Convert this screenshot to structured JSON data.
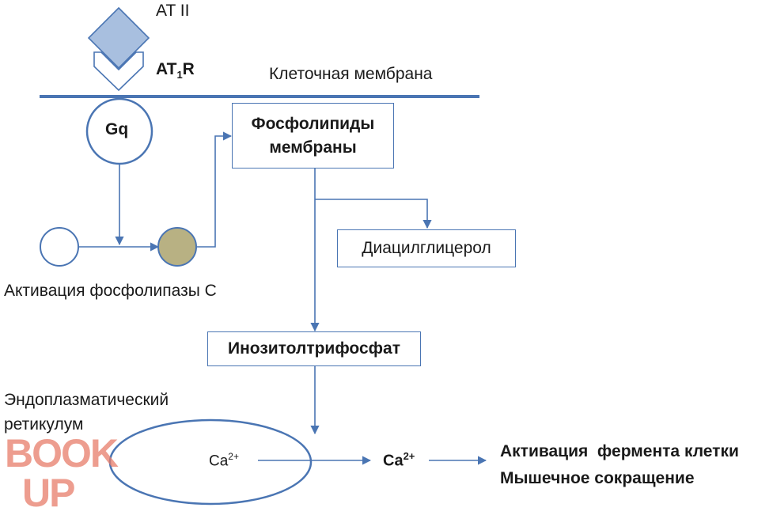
{
  "receptor": {
    "ligand_label": "AT II",
    "receptor_label_main": "AT",
    "receptor_label_sub": "1",
    "receptor_label_end": "R",
    "membrane_label": "Клеточная мембрана",
    "gq_label": "Gq"
  },
  "plc": {
    "activation_label": "Активация фосфолипазы С"
  },
  "boxes": {
    "phospholipids_line1": "Фосфолипиды",
    "phospholipids_line2": "мембраны",
    "dag": "Диацилглицерол",
    "ip3": "Инозитолтрифосфат"
  },
  "er": {
    "label_line1": "Эндоплазматический",
    "label_line2": "ретикулум",
    "ca_inside_base": "Ca",
    "ca_inside_sup": "2+",
    "ca_outside_base": "Ca",
    "ca_outside_sup": "2+"
  },
  "result": {
    "line1": "Активация  фермента клетки",
    "line2": "Мышечное сокращение"
  },
  "watermark": {
    "line1": "BOOK",
    "line2": "UP"
  },
  "colors": {
    "accent": "#4a75b3",
    "receptor_fill": "#a8bfdf",
    "active_plc_fill": "#b8b183"
  }
}
